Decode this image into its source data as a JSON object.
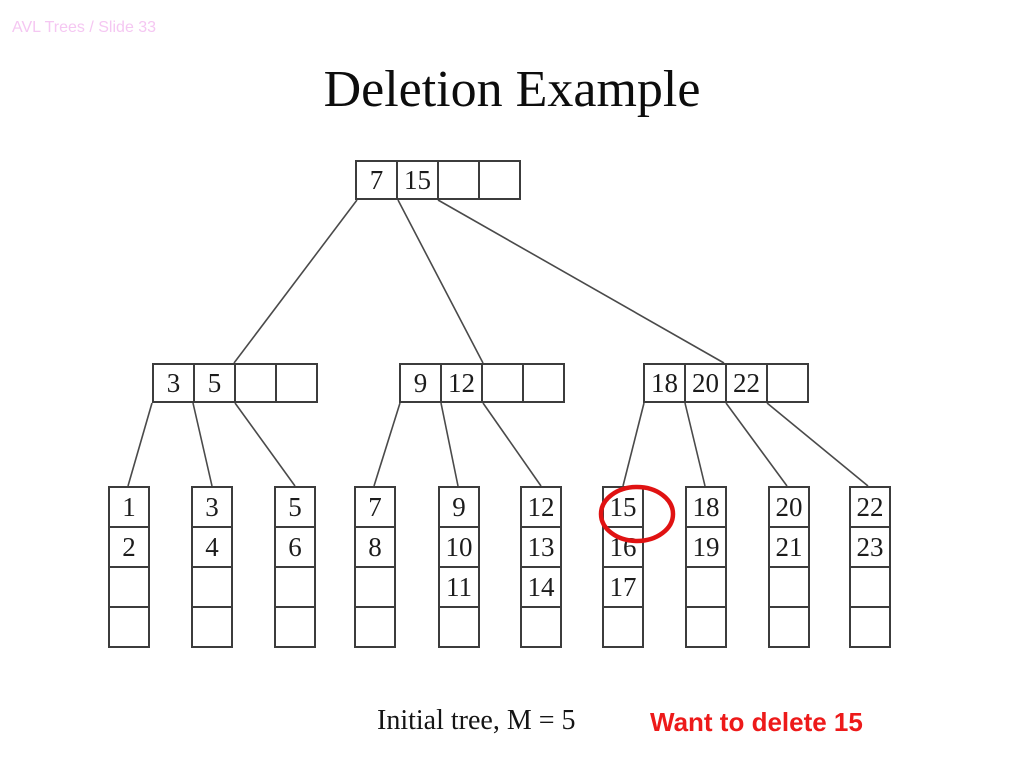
{
  "slide": {
    "header": "AVL Trees / Slide 33",
    "title": "Deletion Example",
    "caption": "Initial tree, M = 5",
    "annotation_text": "Want to delete 15"
  },
  "colors": {
    "header_text": "#F5C7F2",
    "annotation_red": "#ED1A1A",
    "circle_red": "#E01212",
    "box_border": "#3C3C3C",
    "edge_line": "#4A4A4A"
  },
  "tree": {
    "order_m": "5",
    "root": {
      "cells": [
        "7",
        "15",
        "",
        ""
      ]
    },
    "internal": [
      {
        "cells": [
          "3",
          "5",
          "",
          ""
        ]
      },
      {
        "cells": [
          "9",
          "12",
          "",
          ""
        ]
      },
      {
        "cells": [
          "18",
          "20",
          "22",
          ""
        ]
      }
    ],
    "leaves": [
      {
        "cells": [
          "1",
          "2",
          "",
          ""
        ]
      },
      {
        "cells": [
          "3",
          "4",
          "",
          ""
        ]
      },
      {
        "cells": [
          "5",
          "6",
          "",
          ""
        ]
      },
      {
        "cells": [
          "7",
          "8",
          "",
          ""
        ]
      },
      {
        "cells": [
          "9",
          "10",
          "11",
          ""
        ]
      },
      {
        "cells": [
          "12",
          "13",
          "14",
          ""
        ]
      },
      {
        "cells": [
          "15",
          "16",
          "17",
          ""
        ]
      },
      {
        "cells": [
          "18",
          "19",
          "",
          ""
        ]
      },
      {
        "cells": [
          "20",
          "21",
          "",
          ""
        ]
      },
      {
        "cells": [
          "22",
          "23",
          "",
          ""
        ]
      }
    ],
    "circled_value": "15"
  }
}
